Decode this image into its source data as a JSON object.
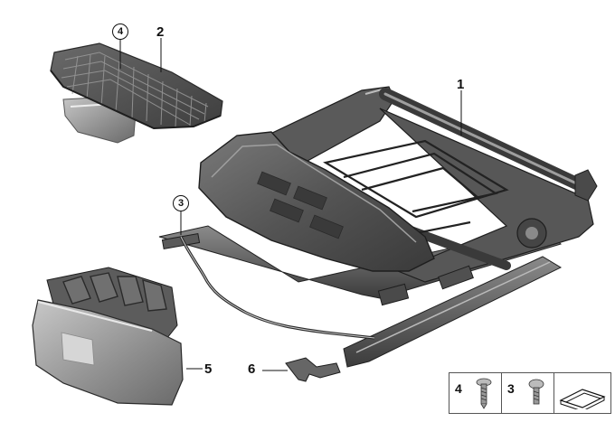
{
  "callouts": {
    "part_1": "1",
    "part_2": "2",
    "part_3": "3",
    "part_4": "4",
    "part_5": "5",
    "part_6": "6"
  },
  "legend": {
    "screw_4": "4",
    "screw_3": "3"
  },
  "colors": {
    "frame": "#4a4a4a",
    "frame_light": "#8c8c8c",
    "pan": "#5e5e5e",
    "cover": "#9a9a9a",
    "line": "#111111"
  }
}
